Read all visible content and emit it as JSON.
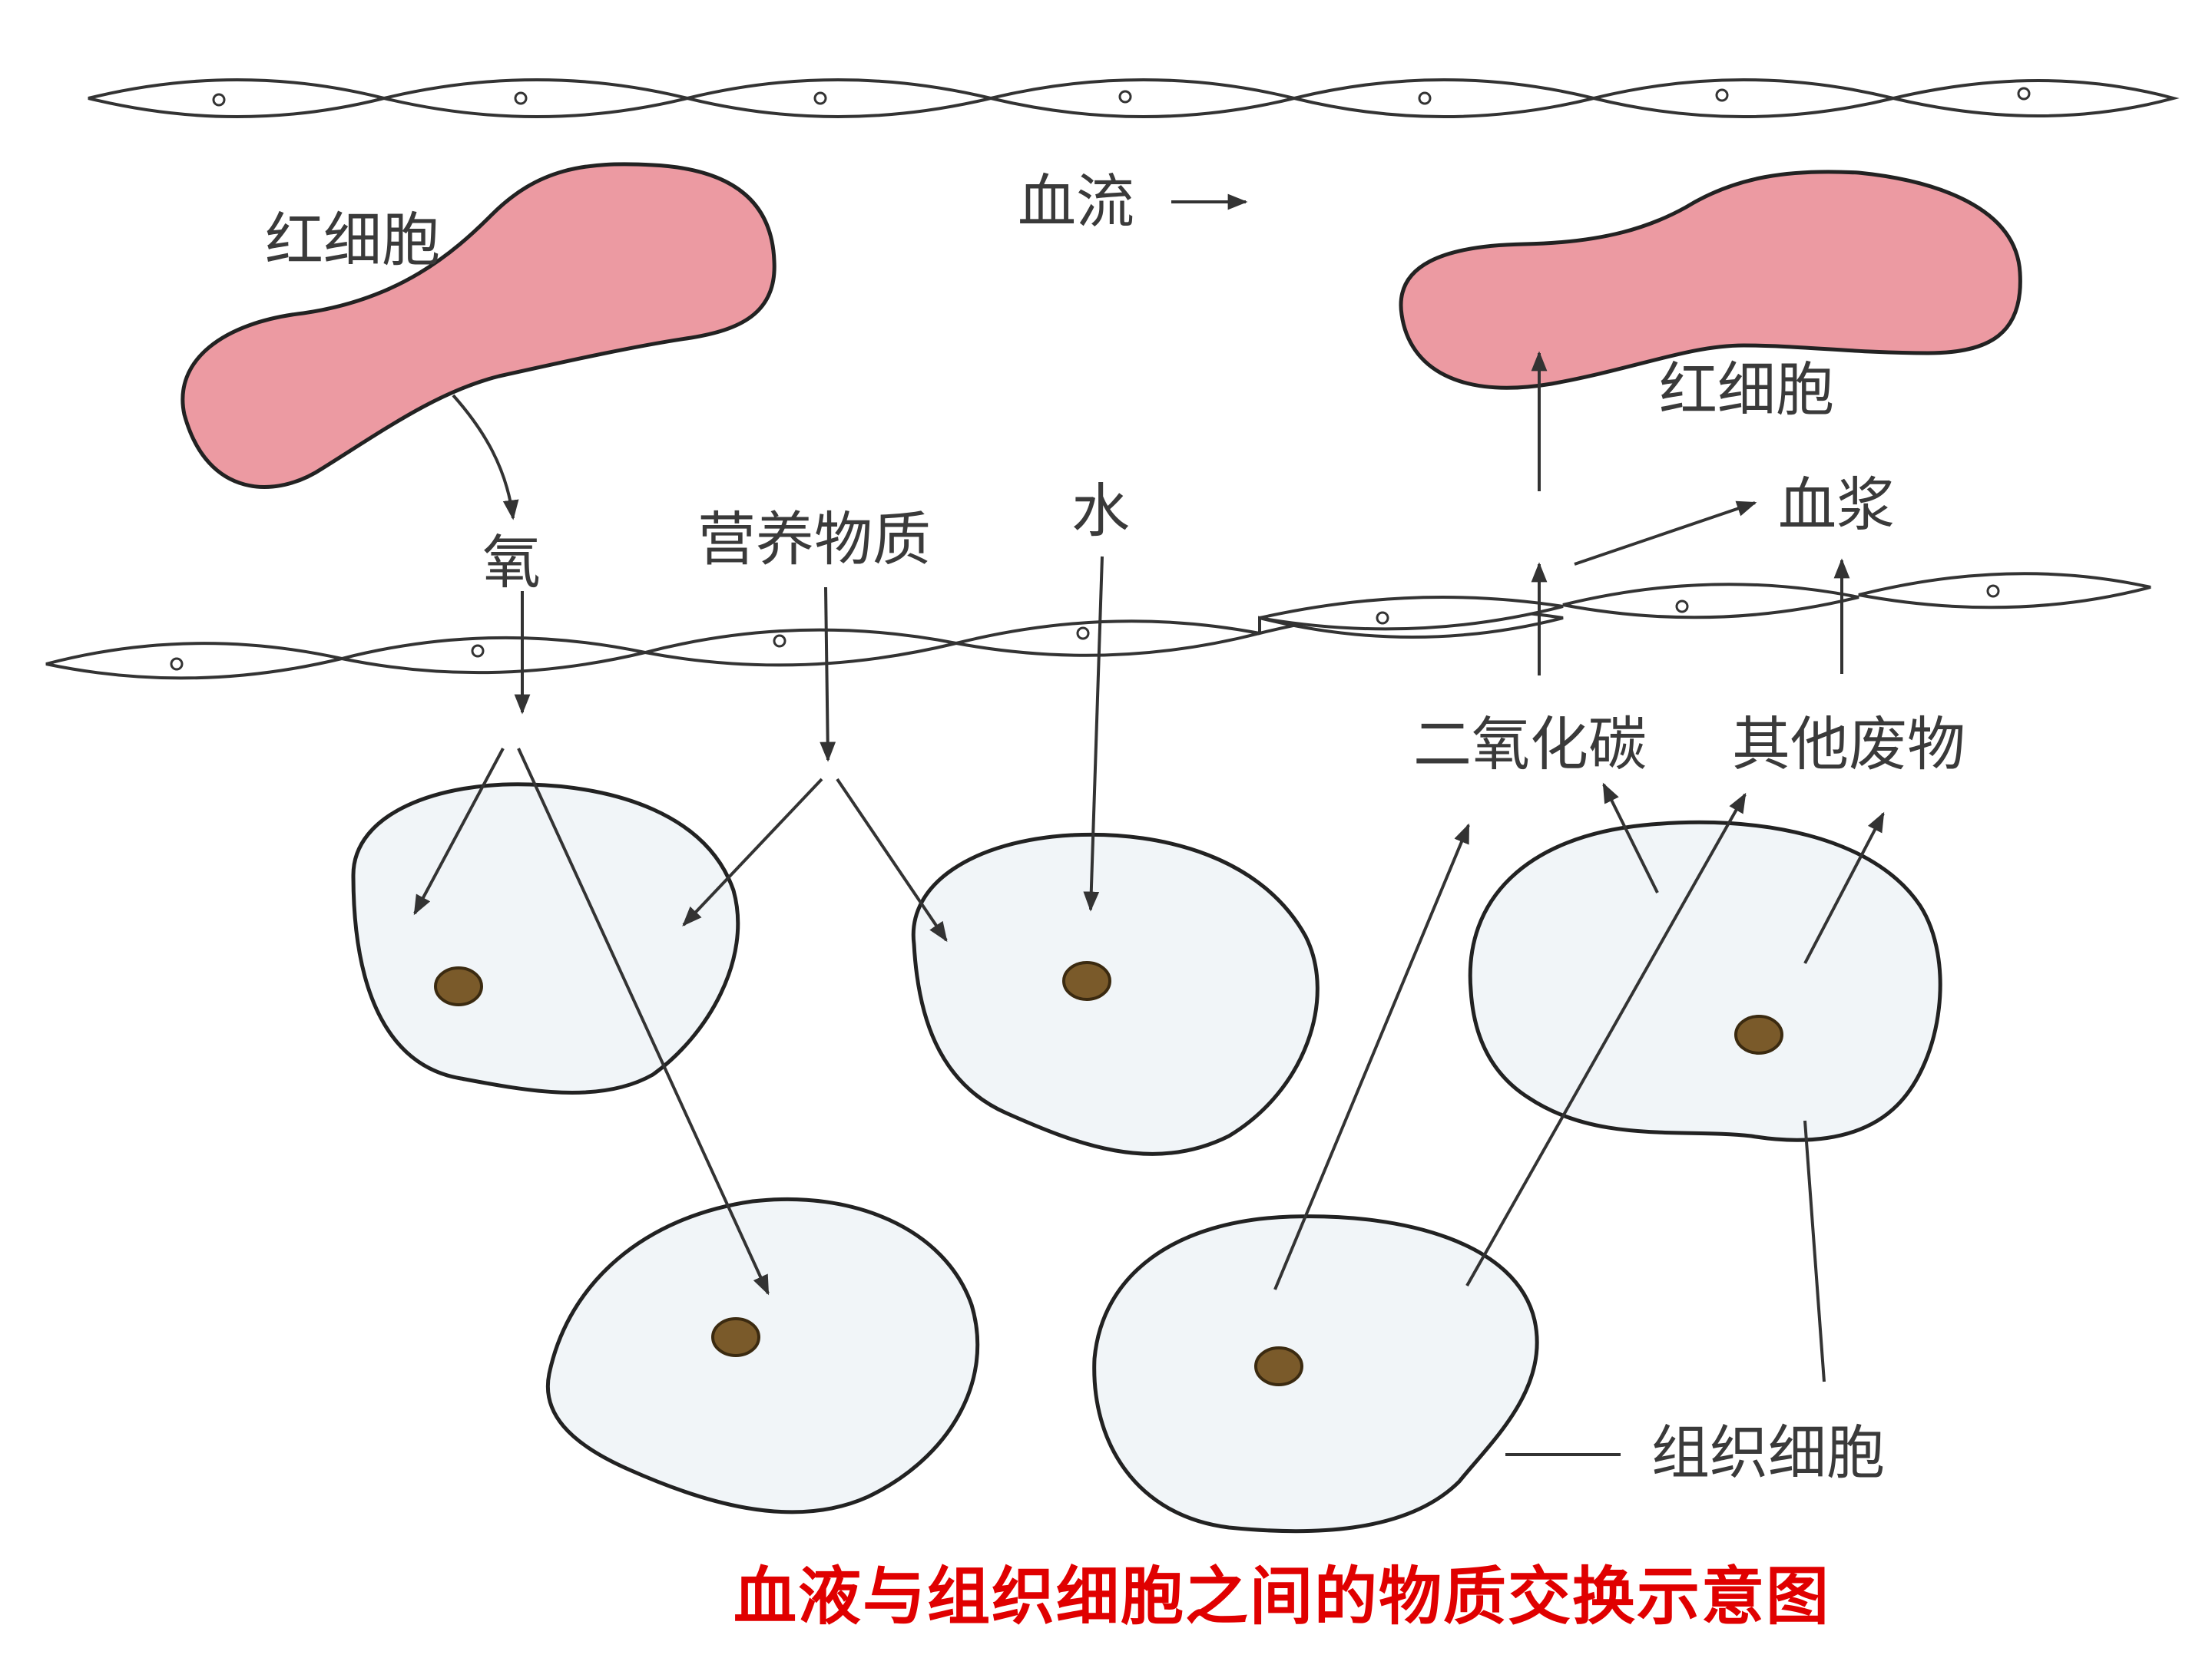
{
  "labels": {
    "rbc_left": "红细胞",
    "blood_flow": "血流",
    "rbc_right": "红细胞",
    "oxygen": "氧",
    "nutrients": "营养物质",
    "water": "水",
    "plasma": "血浆",
    "co2": "二氧化碳",
    "other_waste": "其他废物",
    "tissue_cells": "组织细胞"
  },
  "caption": "血液与组织细胞之间的物质交换示意图",
  "colors": {
    "red_cell_fill": "#ec9aa2",
    "outline": "#222222",
    "tissue_fill": "#f1f5f8",
    "nucleus": "#7a5a2a",
    "caption": "#e00000"
  }
}
